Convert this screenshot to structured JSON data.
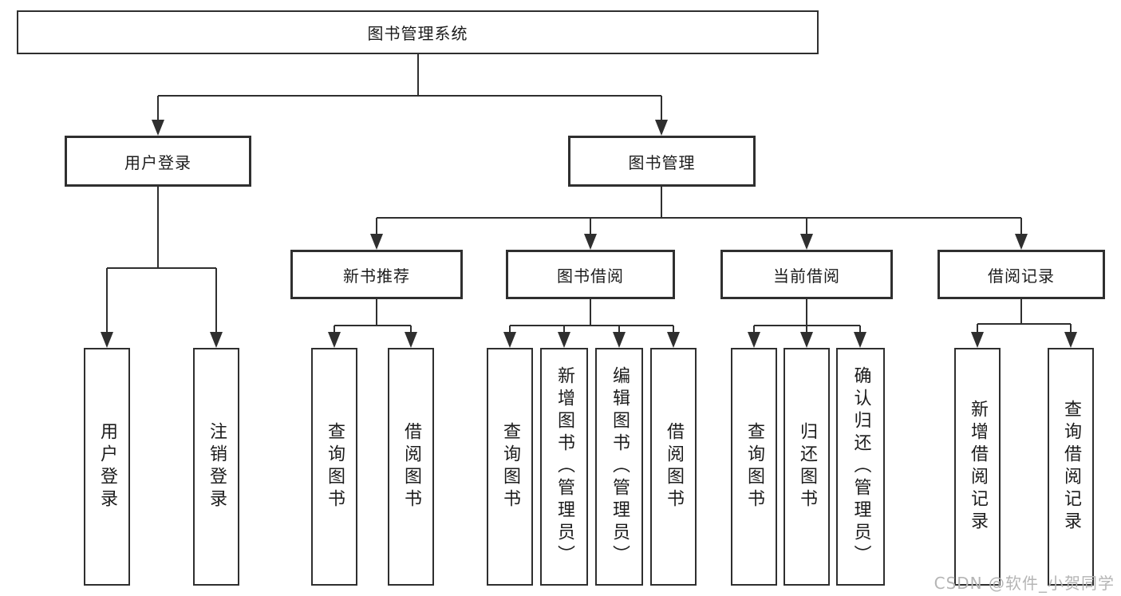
{
  "tree": {
    "label": "图书管理系统",
    "children": [
      {
        "label": "用户登录",
        "children": [
          {
            "label": "用户登录"
          },
          {
            "label": "注销登录"
          }
        ]
      },
      {
        "label": "图书管理",
        "children": [
          {
            "label": "新书推荐",
            "children": [
              {
                "label": "查询图书"
              },
              {
                "label": "借阅图书"
              }
            ]
          },
          {
            "label": "图书借阅",
            "children": [
              {
                "label": "查询图书"
              },
              {
                "label": "新增图书（管理员）"
              },
              {
                "label": "编辑图书（管理员）"
              },
              {
                "label": "借阅图书"
              }
            ]
          },
          {
            "label": "当前借阅",
            "children": [
              {
                "label": "查询图书"
              },
              {
                "label": "归还图书"
              },
              {
                "label": "确认归还（管理员）"
              }
            ]
          },
          {
            "label": "借阅记录",
            "children": [
              {
                "label": "新增借阅记录"
              },
              {
                "label": "查询借阅记录"
              }
            ]
          }
        ]
      }
    ]
  },
  "watermark": {
    "text": "CSDN @软件_小贺同学"
  },
  "colors": {
    "line": "#2f2f2f",
    "text": "#1c1c1c",
    "watermark": "#b5b5b5",
    "background": "#ffffff"
  }
}
